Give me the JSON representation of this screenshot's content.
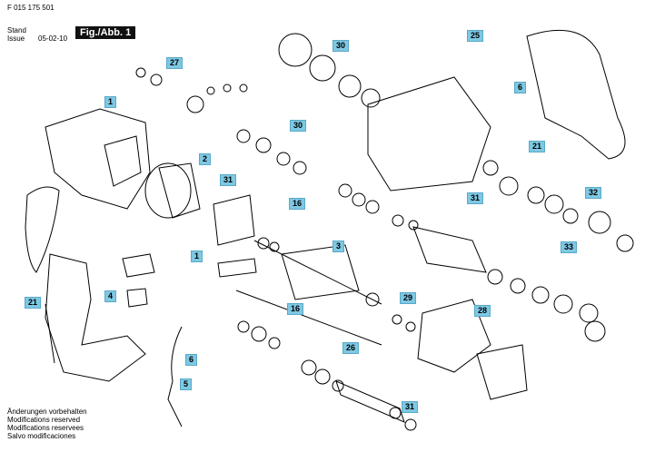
{
  "header": {
    "part_number": "F 015 175 501",
    "stand_label": "Stand",
    "issue_label": "Issue",
    "issue_date": "05-02-10",
    "figure_label": "Fig./Abb. 1"
  },
  "callouts": [
    "27",
    "30",
    "25",
    "1",
    "30",
    "6",
    "2",
    "31",
    "21",
    "16",
    "31",
    "32",
    "1",
    "3",
    "33",
    "4",
    "29",
    "21",
    "16",
    "28",
    "26",
    "6",
    "5",
    "31"
  ],
  "footer": {
    "lines": [
      "Änderungen vorbehalten",
      "Modifications reserved",
      "Modifications reservees",
      "Salvo modificaciones"
    ]
  }
}
